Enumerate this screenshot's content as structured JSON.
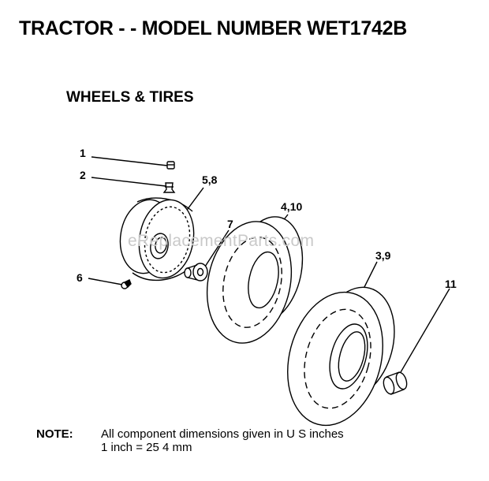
{
  "header": {
    "title": "TRACTOR - - MODEL NUMBER WET1742B"
  },
  "section": {
    "title": "WHEELS & TIRES"
  },
  "callouts": [
    {
      "label": "1",
      "part": "valve-cap"
    },
    {
      "label": "2",
      "part": "valve-stem"
    },
    {
      "label": "5,8",
      "part": "wheel-rim"
    },
    {
      "label": "7",
      "part": "bushing"
    },
    {
      "label": "4,10",
      "part": "front-tire"
    },
    {
      "label": "3,9",
      "part": "rear-tire"
    },
    {
      "label": "6",
      "part": "fitting"
    },
    {
      "label": "11",
      "part": "cap"
    }
  ],
  "watermark": {
    "text": "eReplacementParts.com"
  },
  "note": {
    "label": "NOTE:",
    "line1": "All component dimensions given in U S  inches",
    "line2": "1 inch = 25 4 mm"
  },
  "colors": {
    "ink": "#000000",
    "watermark": "#c9c9c9",
    "background": "#ffffff"
  }
}
